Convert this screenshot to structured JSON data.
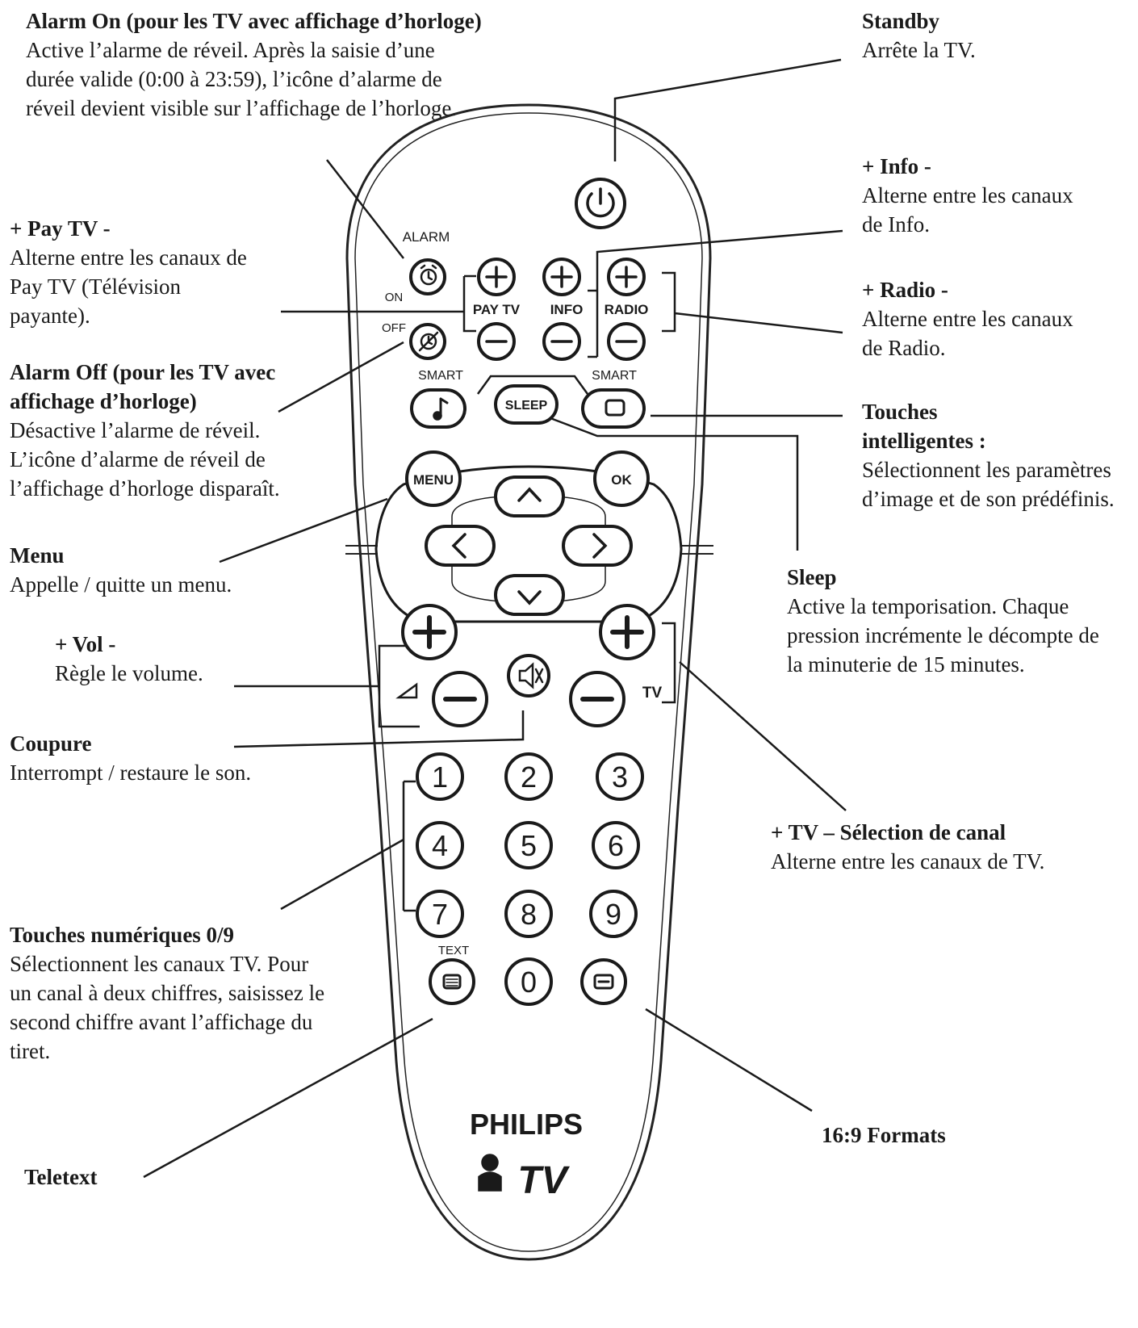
{
  "annotations": {
    "alarm_on": {
      "title": "Alarm On (pour les TV avec affichage d’horloge)",
      "desc": "Active l’alarme de réveil. Après la saisie d’une durée valide (0:00 à 23:59), l’icône d’alarme de réveil devient visible sur l’affichage de l’horloge."
    },
    "pay_tv": {
      "title": "+ Pay TV -",
      "desc": "Alterne entre les canaux de Pay TV (Télévision payante)."
    },
    "alarm_off": {
      "title": "Alarm Off (pour les TV avec affichage d’horloge)",
      "desc": "Désactive l’alarme de réveil. L’icône d’alarme de réveil de l’affichage d’horloge disparaît."
    },
    "menu": {
      "title": "Menu",
      "desc": "Appelle / quitte un menu."
    },
    "vol": {
      "title": "+ Vol -",
      "desc": "Règle le volume."
    },
    "mute": {
      "title": "Coupure",
      "desc": "Interrompt / restaure le son."
    },
    "digits": {
      "title": "Touches numériques 0/9",
      "desc": "Sélectionnent les canaux TV. Pour un canal à deux chiffres, saisissez le second chiffre avant l’affichage du tiret."
    },
    "teletext": {
      "title": "Teletext",
      "desc": ""
    },
    "standby": {
      "title": "Standby",
      "desc": "Arrête la TV."
    },
    "info": {
      "title": "+ Info -",
      "desc": "Alterne entre les canaux de Info."
    },
    "radio": {
      "title": "+ Radio -",
      "desc": "Alterne entre les canaux de Radio."
    },
    "smart": {
      "title": "Touches intelligentes :",
      "desc": "Sélectionnent les paramètres d’image et de son prédéfinis."
    },
    "sleep": {
      "title": "Sleep",
      "desc": "Active la temporisation. Chaque pression incrémente le décompte de la minuterie de 15 minutes."
    },
    "tv": {
      "title": "+ TV – Sélection de canal",
      "desc": "Alterne entre les canaux de TV."
    },
    "formats": {
      "title": "16:9 Formats",
      "desc": ""
    }
  },
  "remote": {
    "alarm_label": "ALARM",
    "on_label": "ON",
    "off_label": "OFF",
    "pay_tv_label": "PAY TV",
    "info_label": "INFO",
    "radio_label": "RADIO",
    "smart_label_left": "SMART",
    "smart_label_right": "SMART",
    "sleep_label": "SLEEP",
    "menu_label": "MENU",
    "ok_label": "OK",
    "tv_label": "TV",
    "text_label": "TEXT",
    "digits": [
      "1",
      "2",
      "3",
      "4",
      "5",
      "6",
      "7",
      "8",
      "9",
      "0"
    ],
    "brand": "PHILIPS",
    "logo_text": "TV"
  }
}
